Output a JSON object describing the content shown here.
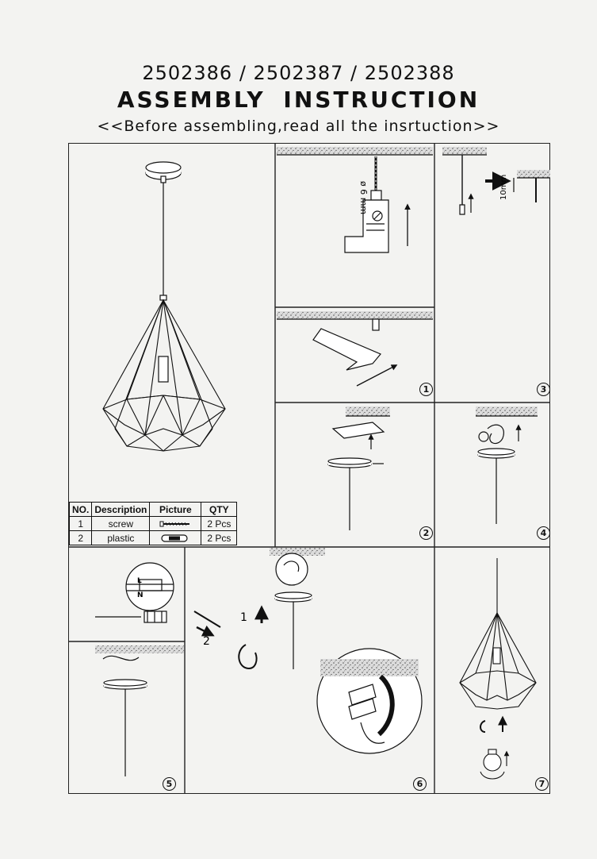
{
  "header": {
    "model_numbers": "2502386 / 2502387 / 2502388",
    "title": "ASSEMBLY  INSTRUCTION",
    "subtitle": "<<Before  assembling,read  all  the  insrtuction>>"
  },
  "parts_table": {
    "columns": [
      "NO.",
      "Description",
      "Picture",
      "QTY"
    ],
    "rows": [
      {
        "no": "1",
        "description": "screw",
        "picture_icon": "screw-icon",
        "qty": "2 Pcs"
      },
      {
        "no": "2",
        "description": "plastic",
        "picture_icon": "plastic-anchor-icon",
        "qty": "2 Pcs"
      }
    ]
  },
  "steps": {
    "s1": {
      "number": "1",
      "drill_label": "ø 6 mm"
    },
    "s2": {
      "number": "2"
    },
    "s3": {
      "number": "3",
      "depth_label": "10mm"
    },
    "s4": {
      "number": "4"
    },
    "s5": {
      "number": "5",
      "terminal_labels": [
        "L",
        "N"
      ]
    },
    "s6": {
      "number": "6",
      "arrow_labels": [
        "1",
        "2"
      ]
    },
    "s7": {
      "number": "7"
    }
  },
  "colors": {
    "ink": "#111111",
    "paper": "#f3f3f1",
    "ceiling": "#cfcfcf"
  }
}
